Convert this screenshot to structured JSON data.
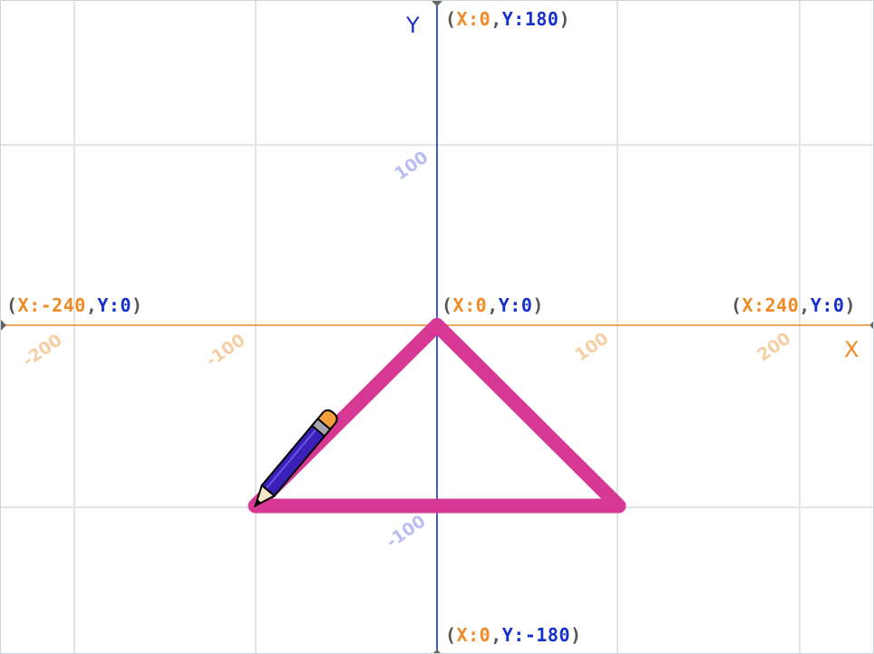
{
  "stage": {
    "axis_titles": {
      "x": "X",
      "y": "Y"
    },
    "colors": {
      "grid": "#e2e4e6",
      "x_axis": "#f08a24",
      "y_axis": "#1630cc",
      "triangle_stroke": "#d63893",
      "pencil_body": "#3a1fb8",
      "pencil_eraser": "#f2a03a"
    },
    "corner_labels": {
      "top": {
        "open": "(",
        "x_key": "X:",
        "x_val": "0",
        "comma": ",",
        "y_key": "Y:",
        "y_val": "180",
        "close": ")"
      },
      "left": {
        "open": "(",
        "x_key": "X:",
        "x_val": "-240",
        "comma": ",",
        "y_key": "Y:",
        "y_val": "0",
        "close": ")"
      },
      "origin": {
        "open": "(",
        "x_key": "X:",
        "x_val": "0",
        "comma": ",",
        "y_key": "Y:",
        "y_val": "0",
        "close": ")"
      },
      "right": {
        "open": "(",
        "x_key": "X:",
        "x_val": "240",
        "comma": ",",
        "y_key": "Y:",
        "y_val": "0",
        "close": ")"
      },
      "bottom": {
        "open": "(",
        "x_key": "X:",
        "x_val": "0",
        "comma": ",",
        "y_key": "Y:",
        "y_val": "-180",
        "close": ")"
      }
    },
    "x_ticks": [
      "-200",
      "-100",
      "100",
      "200"
    ],
    "y_ticks": [
      "100",
      "-100"
    ],
    "triangle": {
      "vertices": [
        {
          "x": 0,
          "y": 0
        },
        {
          "x": 100,
          "y": -100
        },
        {
          "x": -100,
          "y": -100
        }
      ]
    },
    "sprite": {
      "icon": "pencil-icon",
      "x": -100,
      "y": -100
    }
  }
}
